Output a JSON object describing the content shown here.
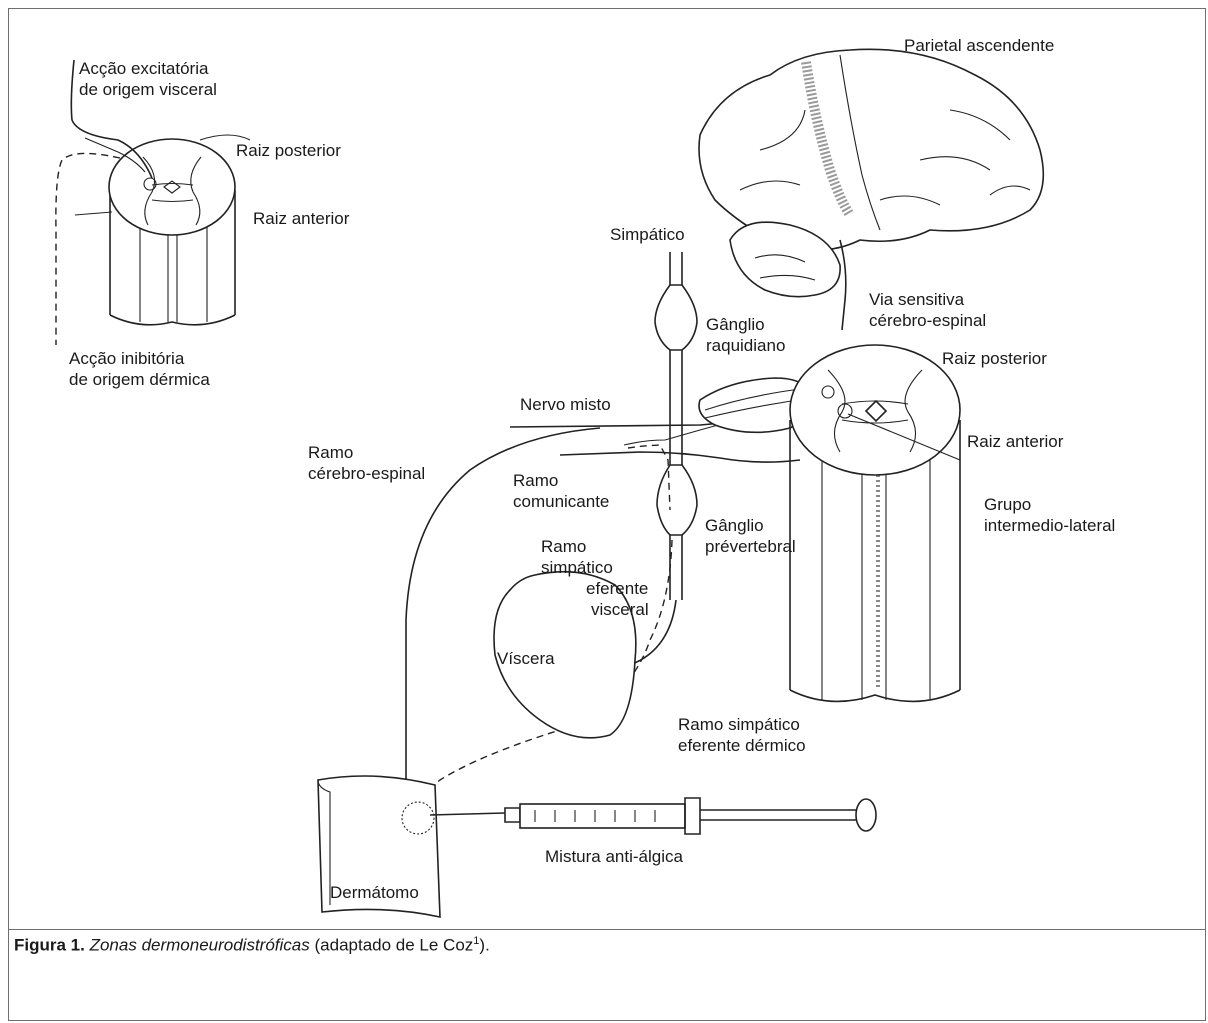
{
  "labels": {
    "accao_excitatoria": [
      "Acção excitatória",
      "de origem visceral"
    ],
    "raiz_posterior_left": "Raiz posterior",
    "raiz_anterior_left": "Raiz anterior",
    "accao_inibitoria": [
      "Acção inibitória",
      "de origem dérmica"
    ],
    "parietal_ascendente": "Parietal ascendente",
    "simpatico": "Simpático",
    "via_sensitiva": [
      "Via sensitiva",
      "cérebro-espinal"
    ],
    "ganglio_raquidiano": [
      "Gânglio",
      "raquidiano"
    ],
    "raiz_posterior_right": "Raiz posterior",
    "nervo_misto": "Nervo misto",
    "ramo_cerebro_espinal": [
      "Ramo",
      "cérebro-espinal"
    ],
    "raiz_anterior_right": "Raiz anterior",
    "ramo_comunicante": [
      "Ramo",
      "comunicante"
    ],
    "grupo_intermedio": [
      "Grupo",
      "intermedio-lateral"
    ],
    "ganglio_prevertebral": [
      "Gânglio",
      "prévertebral"
    ],
    "ramo_simpatico_visceral": [
      "Ramo",
      "simpático",
      "eferente",
      "visceral"
    ],
    "viscera": "Víscera",
    "ramo_simpatico_dermico": [
      "Ramo simpático",
      "eferente dérmico"
    ],
    "mistura": "Mistura anti-álgica",
    "dermatomo": "Dermátomo"
  },
  "caption": {
    "figure_label": "Figura 1.",
    "title": "Zonas dermoneurodistróficas",
    "source": "(adaptado de Le Coz",
    "superscript": "1",
    "close": ")."
  }
}
